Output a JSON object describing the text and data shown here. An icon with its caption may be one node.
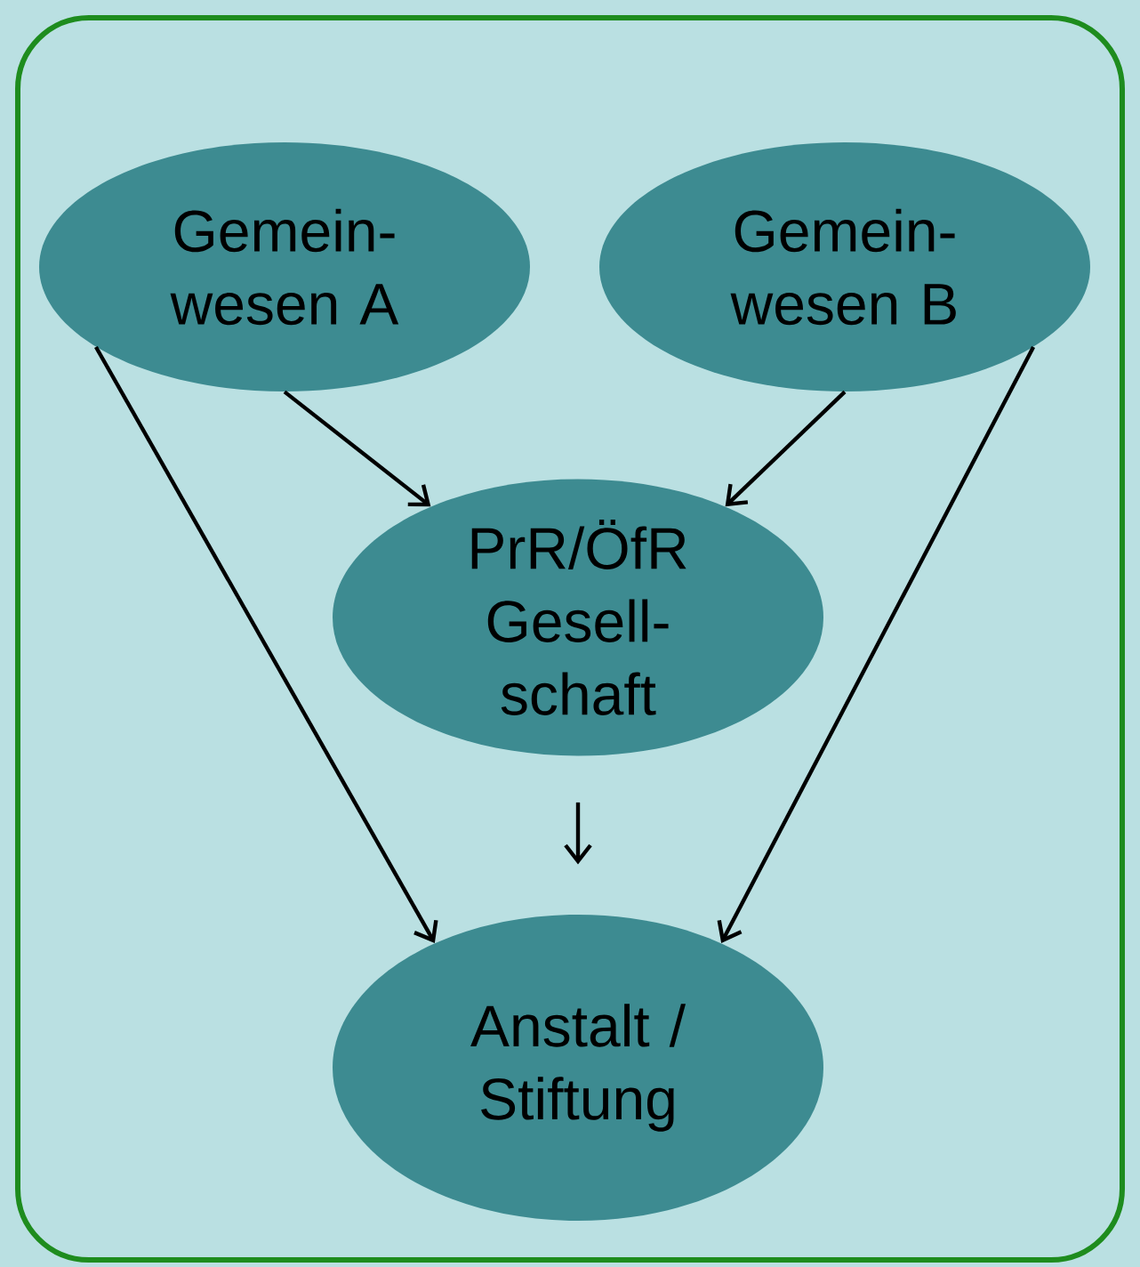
{
  "diagram": {
    "nodes": [
      {
        "text": [
          "Gemein- wesen A"
        ]
      },
      {
        "text": [
          "Gemein- wesen B"
        ]
      },
      {
        "text": [
          "PrR/ÖfR Gesell- schaft"
        ]
      },
      {
        "text": [
          "Anstalt / Stiftung"
        ]
      }
    ],
    "edges": [
      {
        "from": 0,
        "to": 2,
        "arrow": "to"
      },
      {
        "from": 1,
        "to": 2,
        "arrow": "to"
      },
      {
        "from": 0,
        "to": 3,
        "arrow": "to"
      },
      {
        "from": 1,
        "to": 3,
        "arrow": "to"
      },
      {
        "from": 2,
        "to": 3,
        "arrow": "to"
      }
    ]
  }
}
